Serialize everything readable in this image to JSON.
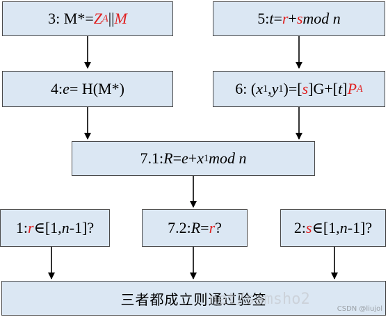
{
  "boxes": {
    "b3": {
      "prefix": "3: M*=",
      "z": "Z",
      "za_sub": "A",
      "concat": "||",
      "m": "M"
    },
    "b5": {
      "prefix": "5: ",
      "t": "t",
      "eq": " = ",
      "r": "r",
      "plus": "+",
      "s": "s",
      "mod": " mod n"
    },
    "b4": {
      "prefix": "4: ",
      "e": "e",
      "rest": " = H(M*)"
    },
    "b6": {
      "prefix": "6: (",
      "x": "x",
      "x_sub": "1",
      "comma": ",",
      "y": "y",
      "y_sub": "1",
      "mid1": ")=[",
      "s": "s",
      "mid2": "]G+[",
      "t": "t",
      "mid3": "]",
      "p": "P",
      "p_sub": "A"
    },
    "b71": {
      "prefix": "7.1:",
      "r": "R",
      "eq": "=",
      "e": "e",
      "plus": "+",
      "x": "x",
      "x_sub": "1",
      "mod": " mod n"
    },
    "c1": {
      "prefix": "1:",
      "r": "r",
      "rest1": "∈[1,",
      "n": "n",
      "rest2": "-1]?"
    },
    "b72": {
      "prefix": "7.2: ",
      "R": "R",
      "eq": "=",
      "r": "r",
      "q": "?"
    },
    "c2": {
      "prefix": "2:",
      "s": "s",
      "rest1": "∈[1,",
      "n": "n",
      "rest2": "-1]?"
    },
    "final": "三者都成立则通过验签"
  },
  "watermark": {
    "main": "net/samsho2",
    "csdn": "CSDN @liujol"
  },
  "colors": {
    "box_fill": "#dbe7f3",
    "border": "#4a4a4a",
    "highlight": "#e02020"
  }
}
